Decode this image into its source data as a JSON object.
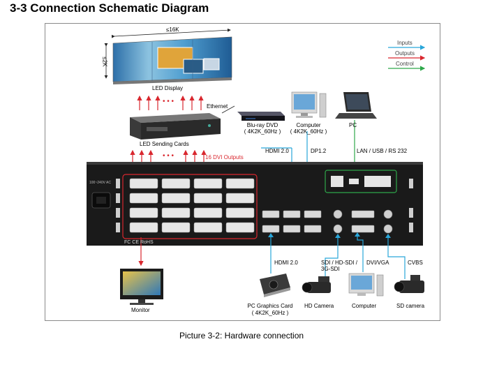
{
  "heading": "3-3 Connection Schematic Diagram",
  "legend": {
    "inputs": "Inputs",
    "outputs": "Outputs",
    "control": "Control",
    "colors": {
      "inputs": "#29a6d9",
      "outputs": "#d9272e",
      "control": "#2ea84a"
    }
  },
  "led_display": {
    "width_label": "≤16K",
    "height_label": "≤2K",
    "label": "LED Display"
  },
  "ethernet": "Ethernet",
  "sending_cards": {
    "label": "LED Sending Cards",
    "dots": "• • •"
  },
  "dvi_outputs": "16 DVI Outputs",
  "sources": {
    "bluray": {
      "name": "Blu-ray DVD",
      "spec": "( 4K2K_60Hz )",
      "link": "HDMI 2.0"
    },
    "computer": {
      "name": "Computer",
      "spec": "( 4K2K_60Hz )",
      "link": "DP1.2"
    },
    "pc": {
      "name": "PC",
      "link": "LAN / USB / RS 232"
    }
  },
  "device": {
    "power": "100~240V  AC",
    "certs": "FC  CE  RoHS"
  },
  "bottom": {
    "graphics": {
      "name": "PC Graphics Card",
      "spec": "( 4K2K_60Hz )",
      "link": "HDMI 2.0"
    },
    "hdcam": {
      "name": "HD Camera",
      "link1": "SDI / HD-SDI /",
      "link2": "3G-SDI"
    },
    "computer": {
      "name": "Computer",
      "link": "DVI/VGA"
    },
    "sdcam": {
      "name": "SD camera",
      "link": "CVBS"
    }
  },
  "monitor": "Monitor",
  "caption": "Picture 3-2:    Hardware connection"
}
